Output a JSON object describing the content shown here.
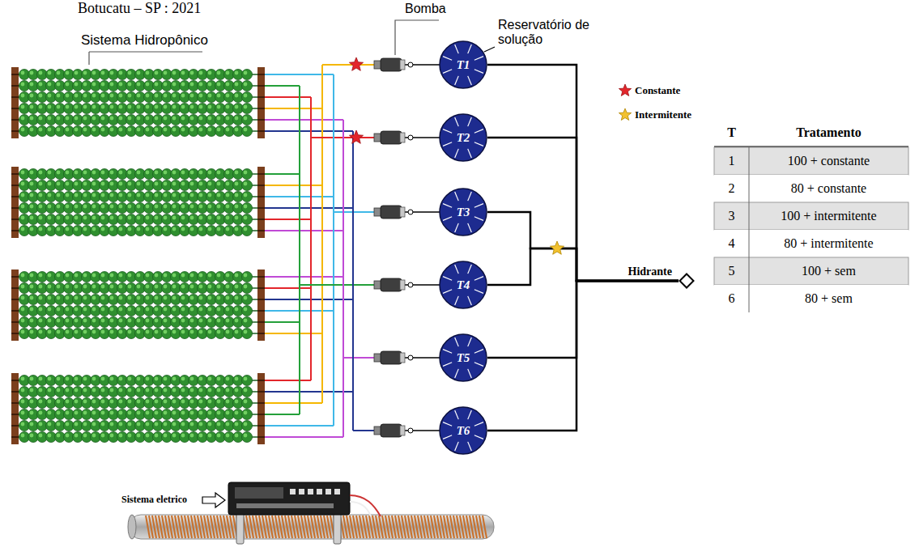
{
  "diagram": {
    "nodes": [
      {
        "text": [
          "T1"
        ]
      },
      {
        "text": [
          "T2"
        ]
      },
      {
        "text": [
          "T3"
        ]
      },
      {
        "text": [
          "T4"
        ]
      },
      {
        "text": [
          "T5"
        ]
      },
      {
        "text": [
          "T6"
        ]
      },
      {
        "text": [
          "Hidrante"
        ]
      }
    ],
    "edges": [
      {
        "from": 0,
        "to": 6,
        "arrow": "none"
      },
      {
        "from": 1,
        "to": 6,
        "arrow": "none"
      },
      {
        "from": 2,
        "to": 6,
        "arrow": "none"
      },
      {
        "from": 3,
        "to": 6,
        "arrow": "none"
      },
      {
        "from": 4,
        "to": 6,
        "arrow": "none"
      },
      {
        "from": 5,
        "to": 6,
        "arrow": "none"
      }
    ],
    "labels": [
      "Botucatu – SP : 2021",
      "Sistema Hidropônico",
      "Bomba",
      "Reservatório de solução",
      "T",
      "Tratamento",
      "1",
      "100 + constante",
      "2",
      "80 + constante",
      "3",
      "100 + intermitente",
      "4",
      "80 + intermitente",
      "5",
      "100 + sem",
      "6",
      "80 + sem",
      "Sistema eletrico"
    ],
    "legend": [
      {
        "text": "Constante"
      },
      {
        "text": "Intermitente"
      }
    ]
  }
}
